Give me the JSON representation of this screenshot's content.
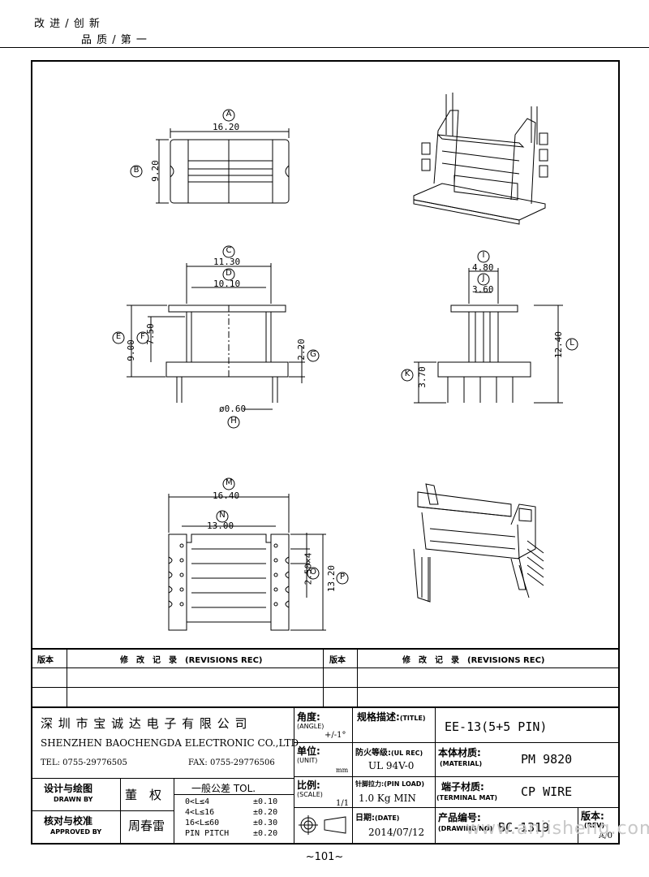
{
  "header": {
    "slogan_line1": "改 进 / 创 新",
    "slogan_line2": "品 质 / 第 一"
  },
  "drawing": {
    "dims": {
      "A": "16.20",
      "B": "9.20",
      "C": "11.30",
      "D": "10.10",
      "E": "9.00",
      "F": "7.50",
      "G": "2.20",
      "H": "ø0.60",
      "I": "4.80",
      "J": "3.60",
      "K": "3.70",
      "L": "12.40",
      "M": "16.40",
      "N": "13.00",
      "O": "2.50×4",
      "P": "13.20"
    },
    "labels": [
      "A",
      "B",
      "C",
      "D",
      "E",
      "F",
      "G",
      "H",
      "I",
      "J",
      "K",
      "L",
      "M",
      "N",
      "O",
      "P"
    ]
  },
  "revisions": {
    "col_rev": "版本",
    "col_rec": "修　改　记　录　(REVISIONS REC)"
  },
  "company": {
    "name_cn": "深 圳 市 宝 诚 达 电 子 有 限 公 司",
    "name_en": "SHENZHEN BAOCHENGDA ELECTRONIC CO.,LTD",
    "tel": "TEL: 0755-29776505",
    "fax": "FAX: 0755-29776506"
  },
  "fields": {
    "angle_label": "角度:",
    "angle_en": "(ANGLE)",
    "angle_value": "+/-1°",
    "unit_label": "单位:",
    "unit_en": "(UNIT)",
    "unit_value": "mm",
    "scale_label": "比例:",
    "scale_en": "(SCALE)",
    "scale_value": "1/1",
    "title_label": "规格描述:",
    "title_en": "(TITLE)",
    "title_value": "EE-13(5+5 PIN)",
    "ul_label": "防火等级:",
    "ul_en": "(UL REC)",
    "ul_value": "UL 94V-0",
    "material_label": "本体材质:",
    "material_en": "(MATERIAL)",
    "material_value": "PM 9820",
    "pinload_label": "针脚拉力:",
    "pinload_en": "(PIN LOAD)",
    "pinload_value": "1.0 Kg MIN",
    "terminal_label": "端子材质:",
    "terminal_en": "(TERMINAL MAT)",
    "terminal_value": "CP WIRE",
    "date_label": "日期:",
    "date_en": "(DATE)",
    "date_value": "2014/07/12",
    "drawingno_label": "产品编号:",
    "drawingno_en": "(DRAWING NO)",
    "drawingno_value": "BC-1319",
    "rev_label": "版本:",
    "rev_en": "(REV)",
    "rev_value": "A/0",
    "drawn_label": "设计与绘图",
    "drawn_en": "DRAWN BY",
    "drawn_value": "董　权",
    "approved_label": "核对与校准",
    "approved_en": "APPROVED BY",
    "approved_value": "周春雷"
  },
  "tolerance": {
    "title": "一般公差 TOL.",
    "rows": [
      {
        "range": "0<L≤4",
        "tol": "±0.10"
      },
      {
        "range": "4<L≤16",
        "tol": "±0.20"
      },
      {
        "range": "16<L≤60",
        "tol": "±0.30"
      },
      {
        "range": "PIN PITCH",
        "tol": "±0.20"
      }
    ]
  },
  "footer": {
    "page_number": "~101~",
    "watermark": "www.anjisheng.com"
  }
}
